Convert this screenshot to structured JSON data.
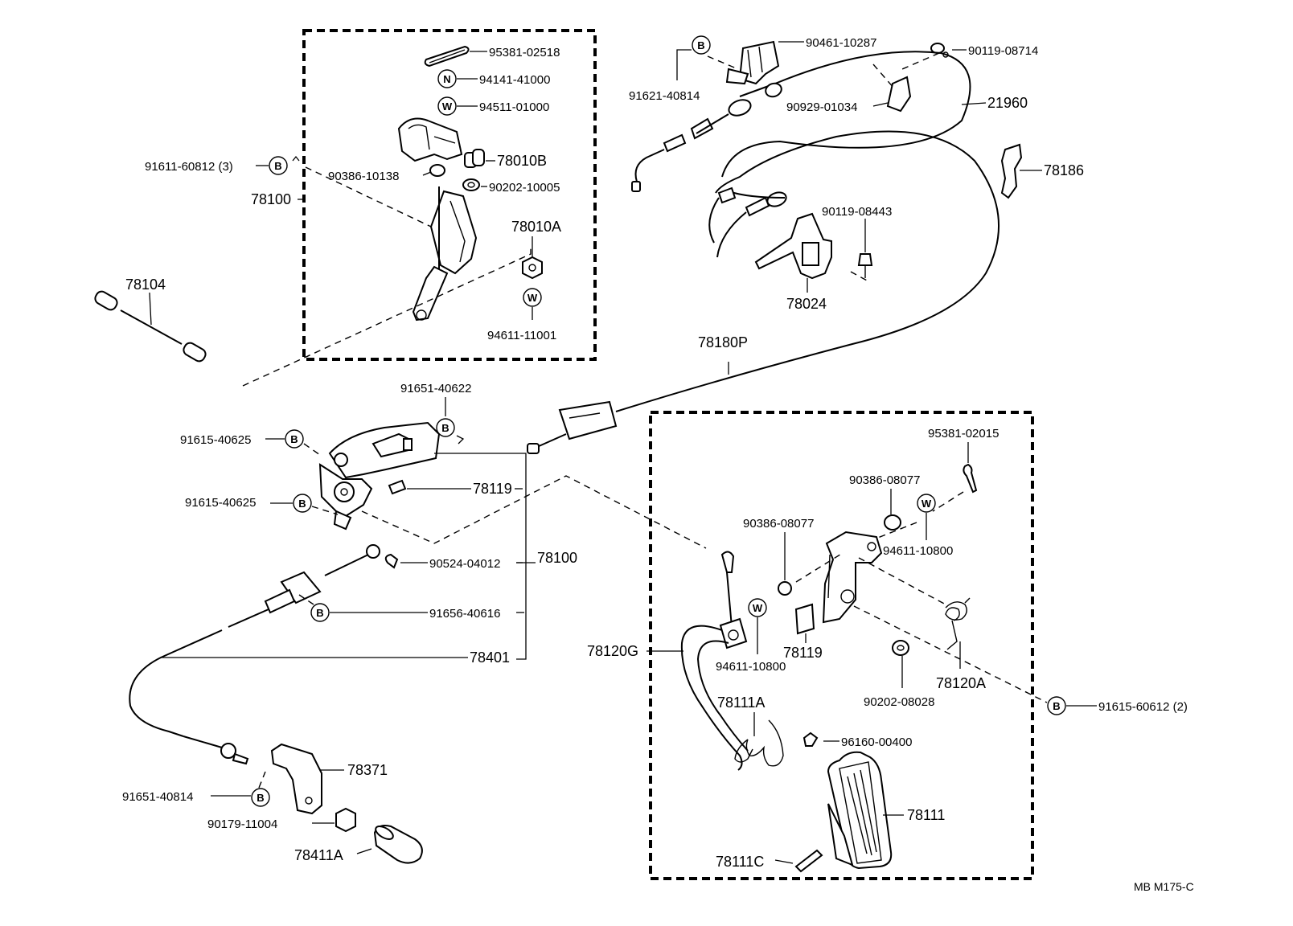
{
  "diagram_id": "MB M175-C",
  "symbols": {
    "bolt": "B",
    "nut": "N",
    "washer": "W"
  },
  "labels": {
    "p95381_02518": "95381-02518",
    "p94141_41000": "94141-41000",
    "p94511_01000": "94511-01000",
    "p91611_60812": "91611-60812 (3)",
    "p90386_10138": "90386-10138",
    "p78010B": "78010B",
    "p90202_10005": "90202-10005",
    "p78100_top": "78100",
    "p78010A": "78010A",
    "p94611_11001": "94611-11001",
    "p78104": "78104",
    "p91621_40814": "91621-40814",
    "p90461_10287": "90461-10287",
    "p90119_08714": "90119-08714",
    "p90929_01034": "90929-01034",
    "p21960": "21960",
    "p78186": "78186",
    "p90119_08443": "90119-08443",
    "p78024": "78024",
    "p78180P": "78180P",
    "p91651_40622": "91651-40622",
    "p91615_40625_a": "91615-40625",
    "p91615_40625_b": "91615-40625",
    "p78119_left": "78119",
    "p90524_04012": "90524-04012",
    "p78100_mid": "78100",
    "p91656_40616": "91656-40616",
    "p78401": "78401",
    "p78371": "78371",
    "p91651_40814": "91651-40814",
    "p90179_11004": "90179-11004",
    "p78411A": "78411A",
    "p95381_02015": "95381-02015",
    "p90386_08077_a": "90386-08077",
    "p90386_08077_b": "90386-08077",
    "p94611_10800_a": "94611-10800",
    "p94611_10800_b": "94611-10800",
    "p78120G": "78120G",
    "p78119_right": "78119",
    "p78120A": "78120A",
    "p90202_08028": "90202-08028",
    "p91615_60612": "91615-60612 (2)",
    "p78111A": "78111A",
    "p96160_00400": "96160-00400",
    "p78111": "78111",
    "p78111C": "78111C"
  }
}
